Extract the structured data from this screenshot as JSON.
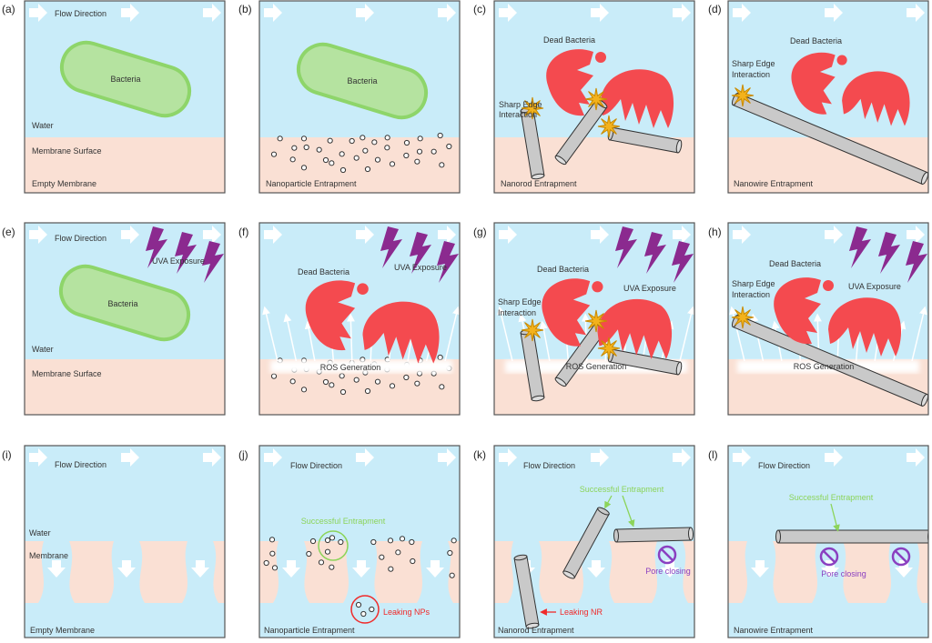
{
  "panels": {
    "a": {
      "label": "(a)",
      "flow": "Flow Direction",
      "bacteria": "Bacteria",
      "water": "Water",
      "membrane": "Membrane Surface",
      "caption": "Empty Membrane"
    },
    "b": {
      "label": "(b)",
      "bacteria": "Bacteria",
      "caption": "Nanoparticle Entrapment"
    },
    "c": {
      "label": "(c)",
      "dead": "Dead Bacteria",
      "sharp1": "Sharp Edge",
      "sharp2": "Interaction",
      "caption": "Nanorod Entrapment"
    },
    "d": {
      "label": "(d)",
      "dead": "Dead Bacteria",
      "sharp1": "Sharp Edge",
      "sharp2": "Interaction",
      "caption": "Nanowire Entrapment"
    },
    "e": {
      "label": "(e)",
      "flow": "Flow Direction",
      "bacteria": "Bacteria",
      "uva": "UVA Exposure",
      "water": "Water",
      "membrane": "Membrane Surface"
    },
    "f": {
      "label": "(f)",
      "dead": "Dead Bacteria",
      "uva": "UVA Exposure",
      "ros": "ROS Generation"
    },
    "g": {
      "label": "(g)",
      "dead": "Dead Bacteria",
      "uva": "UVA Exposure",
      "sharp1": "Sharp Edge",
      "sharp2": "Interaction",
      "ros": "ROS Generation"
    },
    "h": {
      "label": "(h)",
      "dead": "Dead Bacteria",
      "uva": "UVA Exposure",
      "sharp1": "Sharp Edge",
      "sharp2": "Interaction",
      "ros": "ROS Generation"
    },
    "i": {
      "label": "(i)",
      "flow": "Flow Direction",
      "water": "Water",
      "membrane": "Membrane",
      "caption": "Empty Membrane"
    },
    "j": {
      "label": "(j)",
      "flow": "Flow Direction",
      "success": "Successful Entrapment",
      "leak": "Leaking NPs",
      "caption": "Nanoparticle Entrapment"
    },
    "k": {
      "label": "(k)",
      "flow": "Flow Direction",
      "success": "Successful Entrapment",
      "leak": "Leaking NR",
      "pore": "Pore closing",
      "caption": "Nanorod Entrapment"
    },
    "l": {
      "label": "(l)",
      "flow": "Flow Direction",
      "success": "Successful Entrapment",
      "pore": "Pore closing",
      "caption": "Nanowire Entrapment"
    }
  },
  "colors": {
    "water": "#c9ecf9",
    "membrane": "#fae0d4",
    "bacteria": "#b5e3a0",
    "bacteria_edge": "#8ed56a",
    "dead": "#f44a4f",
    "uva": "#8b2a8f",
    "star": "#f3b21c",
    "rod": "#c9c9c9",
    "success": "#8cd45a",
    "leak": "#f02a2a",
    "pore_closing": "#8a3fc0"
  }
}
